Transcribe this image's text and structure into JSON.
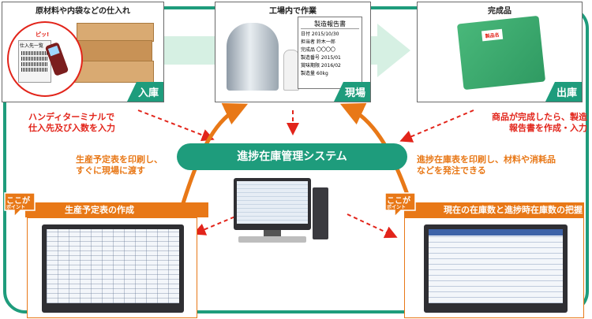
{
  "panels": {
    "receiving": {
      "title": "原材料や内袋などの仕入れ",
      "tag": "入庫",
      "phone_alert": "ピッ!",
      "phone_list_title": "仕入先一覧"
    },
    "factory": {
      "title": "工場内で作業",
      "tag": "現場",
      "report": {
        "title": "製造報告書",
        "lines": [
          "日付 2015/10/30",
          "担当者 鈴木一郎",
          "完成品 〇〇〇〇",
          "製造番号 2015/01",
          "賞味期限 2016/02",
          "製造量 60kg"
        ]
      }
    },
    "finished": {
      "title": "完成品",
      "tag": "出庫",
      "bag_label": "製品名"
    }
  },
  "notes": {
    "left": [
      "ハンディターミナルで",
      "仕入先及び入数を入力"
    ],
    "right": [
      "商品が完成したら、製造",
      "報告書を作成・入力"
    ],
    "mid_left": [
      "生産予定表を印刷し、",
      "すぐに現場に渡す"
    ],
    "mid_right": [
      "進捗在庫表を印刷し、材料や消耗品",
      "などを発注できる"
    ]
  },
  "system": {
    "label": "進捗在庫管理システム"
  },
  "points": {
    "badge_top": "ここが",
    "badge_bottom": "ポイント",
    "left_label": "生産予定表の作成",
    "right_label": "現在の在庫数と進捗時在庫数の把握"
  },
  "colors": {
    "teal": "#1e9c7c",
    "red": "#e2241a",
    "orange": "#e87817"
  }
}
